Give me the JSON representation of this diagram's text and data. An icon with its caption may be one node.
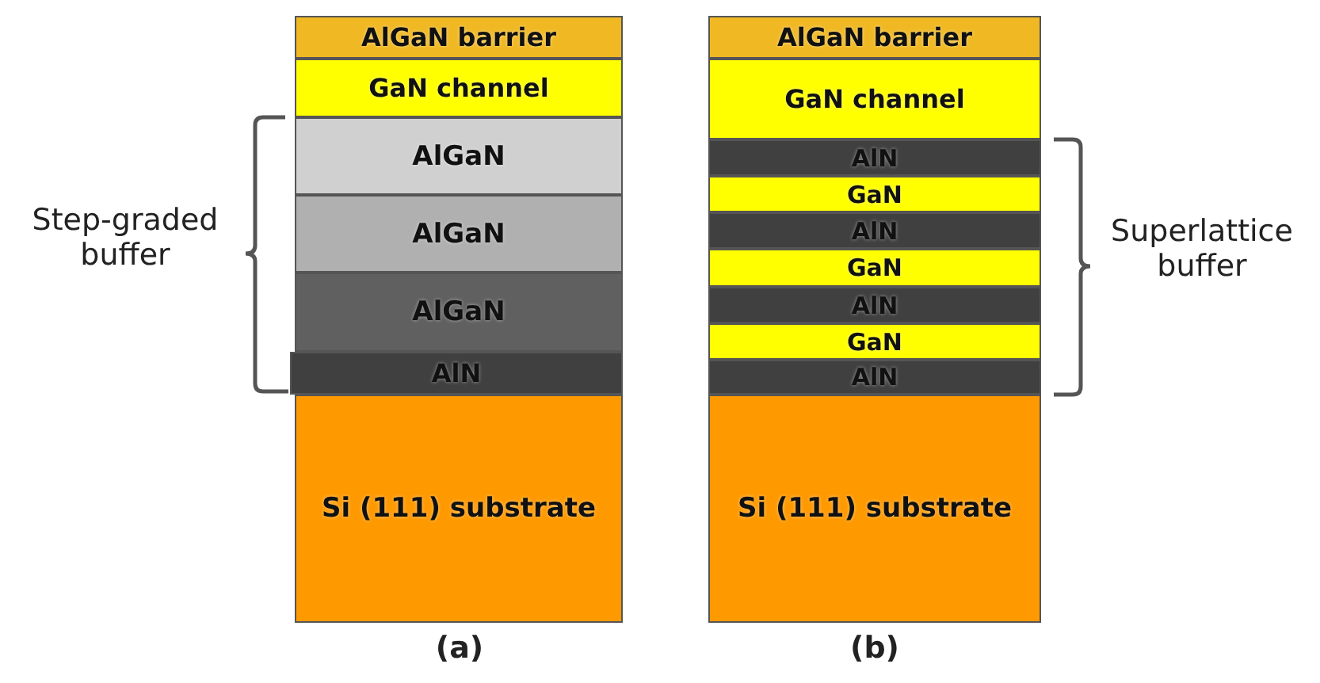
{
  "diagram": {
    "nodes": [
      {
        "text": [
          "AlGaN barrier"
        ]
      },
      {
        "text": [
          "GaN channel"
        ]
      },
      {
        "text": [
          "AlGaN"
        ]
      },
      {
        "text": [
          "AlGaN"
        ]
      },
      {
        "text": [
          "AlGaN"
        ]
      },
      {
        "text": [
          "AlN"
        ]
      },
      {
        "text": [
          "Si (111) substrate"
        ]
      },
      {
        "text": [
          "AlGaN barrier"
        ]
      },
      {
        "text": [
          "GaN channel"
        ]
      },
      {
        "text": [
          "AlN"
        ]
      },
      {
        "text": [
          "GaN"
        ]
      },
      {
        "text": [
          "AlN"
        ]
      },
      {
        "text": [
          "GaN"
        ]
      },
      {
        "text": [
          "AlN"
        ]
      },
      {
        "text": [
          "GaN"
        ]
      },
      {
        "text": [
          "AlN"
        ]
      },
      {
        "text": [
          "Si (111) substrate"
        ]
      }
    ],
    "edges": [],
    "labels": [
      "Step-graded buffer",
      "Superlattice buffer",
      "(a)",
      "(b)"
    ]
  }
}
